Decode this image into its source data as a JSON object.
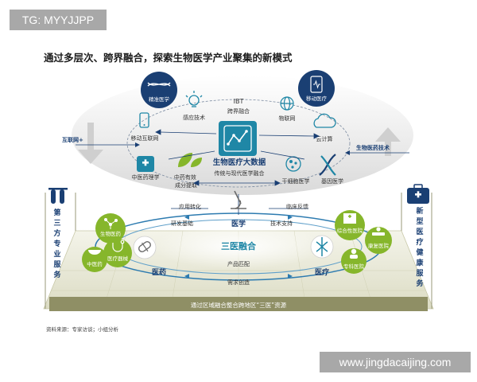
{
  "watermark_tl": "TG: MYYJJPP",
  "watermark_br": "www.jingdacaijing.com",
  "headline": "通过多层次、跨界融合，探索生物医学产业聚集的新模式",
  "source": "资料来源：专家访谈；小组分析",
  "colors": {
    "navy": "#1a3f73",
    "teal": "#1f87a6",
    "green": "#86b62b",
    "grey": "#e6e6e6"
  },
  "top": {
    "ibt": "IBT",
    "ibt_sub": "跨界融合",
    "center_title": "生物医疗大数据",
    "center_sub": "传统与现代医学融合",
    "nodes": {
      "precision": "精准医学",
      "mobile_med": "移动医疗",
      "sensor": "感应技术",
      "iot": "物联网",
      "mobile_net": "移动互联网",
      "cloud": "云计算",
      "tcm_pharm": "中医药理学",
      "tcm_extract": "中药有效\n成分提取",
      "stem_cell": "干细胞医学",
      "gene": "基因医学"
    },
    "left_arrow": "互联网+",
    "right_arrow": "生物医药技术"
  },
  "ring": {
    "apply": "应用转化",
    "rd_base": "研发基础",
    "clinical_fb": "临床反馈",
    "tech_support": "技术支持",
    "center": "三医融合",
    "product_match": "产品匹配",
    "demand_create": "需求创造",
    "med_science": "医学",
    "med_pharma": "医药",
    "med_care": "医疗"
  },
  "left_group": [
    "生物医药",
    "中医药",
    "医疗器械"
  ],
  "right_group": [
    "综合性医院",
    "康复医院",
    "专科医院"
  ],
  "left_pillar": "第\n三\n方\n专\n业\n服\n务",
  "right_pillar": "新\n型\n医\n疗\n健\n康\n服\n务",
  "base_text": "通过区域融合整合跨地区“三医”资源"
}
